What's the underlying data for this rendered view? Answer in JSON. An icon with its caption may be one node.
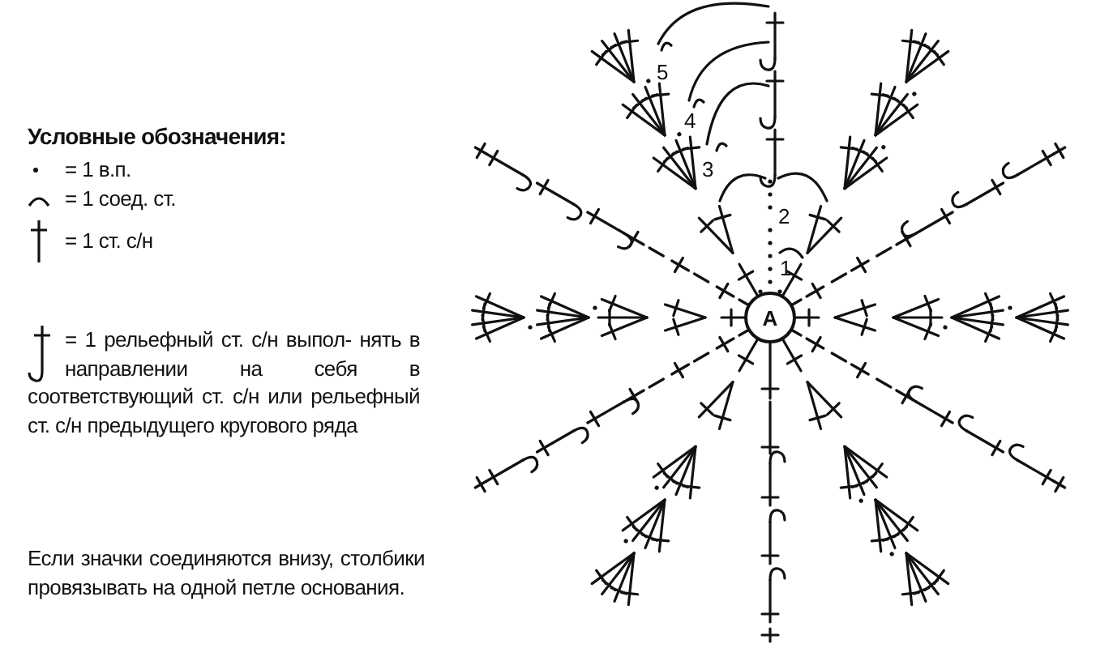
{
  "diagram": {
    "nodes": [
      {
        "text": [
          "A"
        ]
      }
    ],
    "edges": [],
    "labels": [
      "Условные обозначения:",
      "5",
      "4",
      "3",
      "2",
      "1",
      "Если значки соединяются внизу, столбики провязывать на одной петле основания."
    ],
    "legend": [
      {
        "text": "= 1 в.п."
      },
      {
        "text": "= 1 соед. ст."
      },
      {
        "text": "= 1 ст. с/н"
      },
      {
        "text": "= 1 рельефный ст. с/н выпол- нять в направлении на себя в соответствующий ст. с/н или рельефный ст. с/н предыдущего кругового ряда"
      }
    ]
  }
}
